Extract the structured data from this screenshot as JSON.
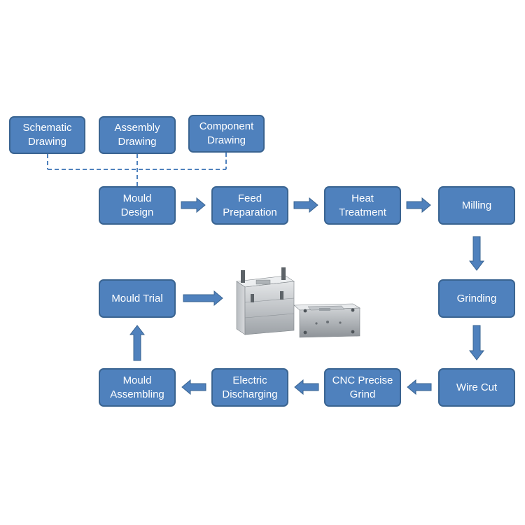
{
  "colors": {
    "node_fill": "#4f81bd",
    "node_border": "#3a6491",
    "node_text": "#ffffff",
    "connector": "#4f81bd",
    "dashed_connector": "#4f81bd"
  },
  "nodes": {
    "schematic_drawing": "Schematic\nDrawing",
    "assembly_drawing": "Assembly\nDrawing",
    "component_drawing": "Component\nDrawing",
    "mould_design": "Mould\nDesign",
    "feed_preparation": "Feed\nPreparation",
    "heat_treatment": "Heat\nTreatment",
    "milling": "Milling",
    "grinding": "Grinding",
    "wire_cut": "Wire Cut",
    "cnc_precise_grind": "CNC Precise\nGrind",
    "electric_discharging": "Electric\nDischarging",
    "mould_assembling": "Mould\nAssembling",
    "mould_trial": "Mould Trial"
  },
  "image": {
    "icon": "mould-photo"
  }
}
